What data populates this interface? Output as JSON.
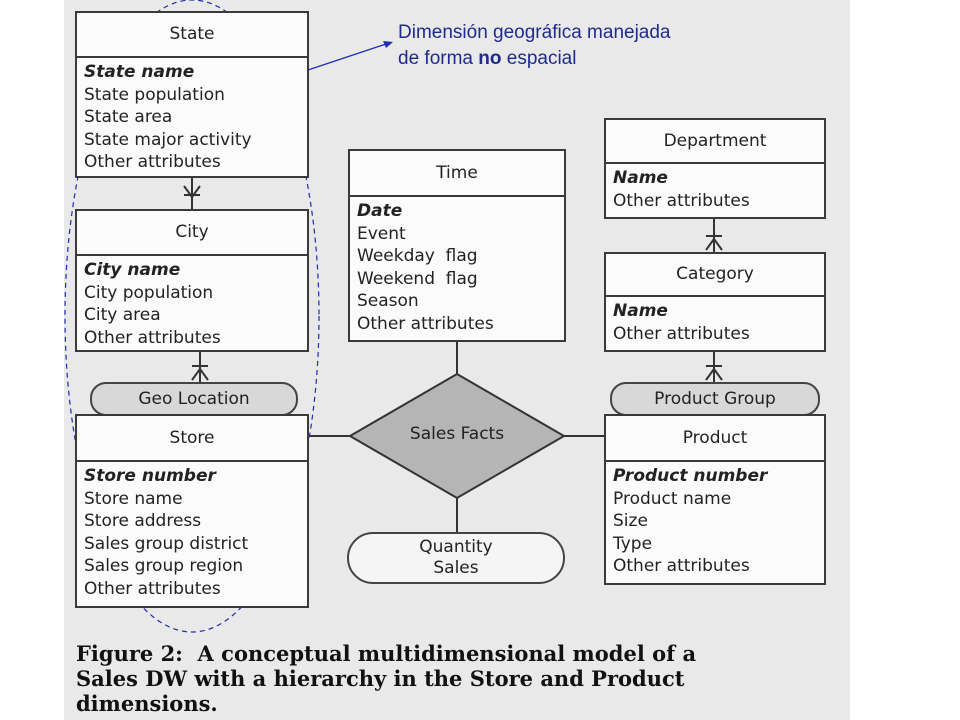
{
  "annotation": {
    "line1": "Dimensión geográfica manejada",
    "line2_pre": "de forma ",
    "line2_bold": "no",
    "line2_post": " espacial"
  },
  "entities": {
    "state": {
      "title": "State",
      "key": "State name",
      "attrs": [
        "State population",
        "State area",
        "State major activity",
        "Other attributes"
      ]
    },
    "city": {
      "title": "City",
      "key": "City name",
      "attrs": [
        "City population",
        "City area",
        "Other attributes"
      ]
    },
    "store": {
      "title": "Store",
      "key": "Store number",
      "attrs": [
        "Store name",
        "Store address",
        "Sales group district",
        "Sales group region",
        "Other attributes"
      ]
    },
    "time": {
      "title": "Time",
      "key": "Date",
      "attrs": [
        "Event",
        "Weekday  flag",
        "Weekend  flag",
        "Season",
        "Other attributes"
      ]
    },
    "department": {
      "title": "Department",
      "key": "Name",
      "attrs": [
        "Other attributes"
      ]
    },
    "category": {
      "title": "Category",
      "key": "Name",
      "attrs": [
        "Other attributes"
      ]
    },
    "product": {
      "title": "Product",
      "key": "Product number",
      "attrs": [
        "Product name",
        "Size",
        "Type",
        "Other attributes"
      ]
    }
  },
  "relationships": {
    "geo_location": "Geo Location",
    "product_group": "Product Group"
  },
  "fact": {
    "name": "Sales Facts",
    "measure_line1": "Quantity",
    "measure_line2": "Sales"
  },
  "caption": {
    "line1": "Figure 2:  A conceptual multidimensional model of a",
    "line2": "Sales DW with a hierarchy in the Store and Product",
    "line3": "dimensions."
  }
}
